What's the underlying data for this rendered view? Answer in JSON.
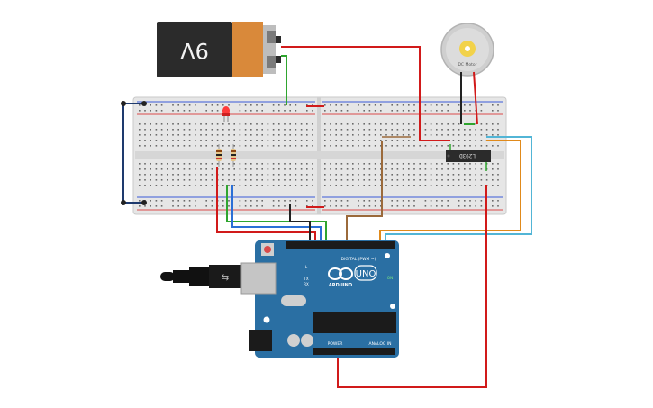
{
  "battery": {
    "label": "9V"
  },
  "motor": {
    "label": "DC Motor"
  },
  "chip": {
    "label": "L293D"
  },
  "arduino": {
    "logo_text": "UNO",
    "brand_text": "ARDUINO",
    "digital_label": "DIGITAL (PWM ~)",
    "power_label": "POWER",
    "analog_label": "ANALOG IN",
    "on_label": "ON",
    "tx_label": "TX",
    "rx_label": "RX",
    "l_label": "L"
  },
  "colors": {
    "wire_red": "#d11a1a",
    "wire_green": "#2fa52f",
    "wire_blue": "#2b6fd6",
    "wire_black": "#222222",
    "wire_brown": "#9b6a3b",
    "wire_orange": "#e08a1b",
    "wire_cyan": "#52b5d6",
    "board_blue": "#2a6fa3",
    "breadboard": "#e8e8e8"
  }
}
